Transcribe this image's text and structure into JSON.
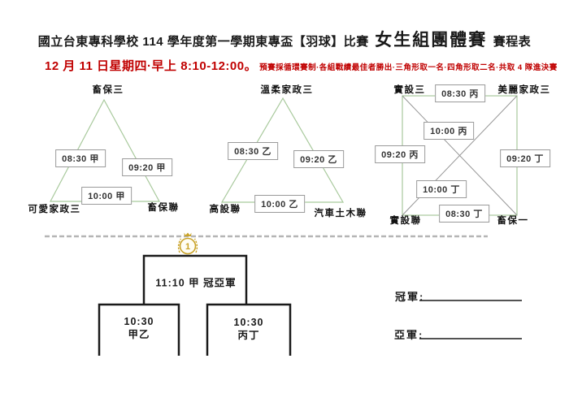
{
  "header": {
    "title_prefix": "國立台東專科學校 114 學年度第一學期東專盃【羽球】比賽",
    "title_highlight": "女生組團體賽",
    "title_suffix": "賽程表",
    "schedule": "12 月 11 日星期四·早上 8:10-12:00。",
    "note": "預賽採循環賽制·各組戰績最佳者勝出·三角形取一名·四角形取二名·共取 4 隊進決賽"
  },
  "groups": {
    "a": {
      "shape": "triangle",
      "team_top": "畜保三",
      "team_bottom_left": "可愛家政三",
      "team_bottom_right": "畜保聯",
      "matches": [
        "08:30 甲",
        "09:20 甲",
        "10:00 甲"
      ]
    },
    "b": {
      "shape": "triangle",
      "team_top": "溫柔家政三",
      "team_bottom_left": "高設聯",
      "team_bottom_right": "汽車土木聯",
      "matches": [
        "08:30 乙",
        "09:20 乙",
        "10:00 乙"
      ]
    },
    "cd": {
      "shape": "square-with-x",
      "team_top_left": "實設三",
      "team_top_right": "美麗家政三",
      "team_bottom_left": "實設聯",
      "team_bottom_right": "畜保一",
      "matches": [
        "08:30 丙",
        "10:00 丙",
        "09:20 丙",
        "09:20 丁",
        "10:00 丁",
        "08:30 丁"
      ]
    }
  },
  "bracket": {
    "medal_icon": "gold-medal-first-place",
    "medal_number": "1",
    "final_label": "11:10 甲 冠亞軍",
    "semi_left": {
      "time": "10:30",
      "teams": "甲乙"
    },
    "semi_right": {
      "time": "10:30",
      "teams": "丙丁"
    }
  },
  "results": {
    "champion_label": "冠軍:",
    "runner_up_label": "亞軍:"
  },
  "colors": {
    "accent_red": "#c00000",
    "line_green": "#a8c99c",
    "line_gray": "#949494",
    "box_border": "#9a9a9a",
    "bracket_black": "#1a1a1a",
    "medal_gold": "#c9a227"
  }
}
